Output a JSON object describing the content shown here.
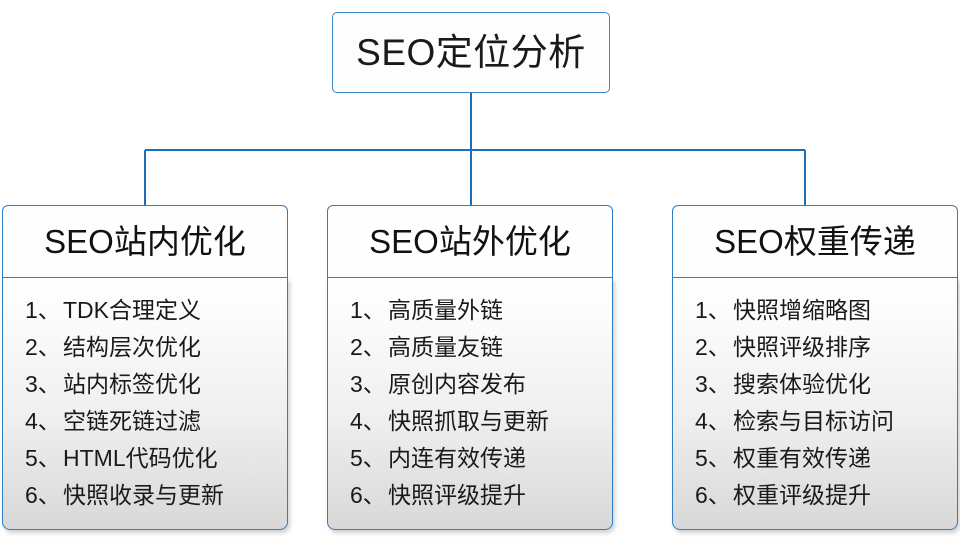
{
  "diagram": {
    "title": "SEO定位分析",
    "root": {
      "label": "SEO定位分析"
    },
    "branches": [
      {
        "id": "on-site",
        "header": "SEO站内优化",
        "items": [
          {
            "index": "1、",
            "text": "TDK合理定义"
          },
          {
            "index": "2、",
            "text": "结构层次优化"
          },
          {
            "index": "3、",
            "text": "站内标签优化"
          },
          {
            "index": "4、",
            "text": "空链死链过滤"
          },
          {
            "index": "5、",
            "text": "HTML代码优化"
          },
          {
            "index": "6、",
            "text": "快照收录与更新"
          }
        ]
      },
      {
        "id": "off-site",
        "header": "SEO站外优化",
        "items": [
          {
            "index": "1、",
            "text": "高质量外链"
          },
          {
            "index": "2、",
            "text": "高质量友链"
          },
          {
            "index": "3、",
            "text": "原创内容发布"
          },
          {
            "index": "4、",
            "text": "快照抓取与更新"
          },
          {
            "index": "5、",
            "text": "内连有效传递"
          },
          {
            "index": "6、",
            "text": "快照评级提升"
          }
        ]
      },
      {
        "id": "weight-transfer",
        "header": "SEO权重传递",
        "items": [
          {
            "index": "1、",
            "text": "快照增缩略图"
          },
          {
            "index": "2、",
            "text": "快照评级排序"
          },
          {
            "index": "3、",
            "text": "搜索体验优化"
          },
          {
            "index": "4、",
            "text": "检索与目标访问"
          },
          {
            "index": "5、",
            "text": "权重有效传递"
          },
          {
            "index": "6、",
            "text": "权重评级提升"
          }
        ]
      }
    ],
    "colors": {
      "connector": "#1f6fb8",
      "border": "#2f7fc6",
      "root_border": "#3d85c6",
      "text": "#1a1a1a",
      "panel_top": "#ffffff",
      "panel_bottom": "#d8d8d8"
    }
  }
}
